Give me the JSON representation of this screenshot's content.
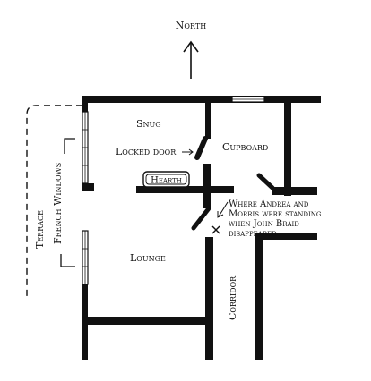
{
  "compass": {
    "label": "North"
  },
  "rooms": {
    "snug": "Snug",
    "cupboard": "Cupboard",
    "lounge": "Lounge",
    "corridor": "Corridor",
    "terrace": "Terrace",
    "french_windows": "French Windows"
  },
  "features": {
    "hearth": "Hearth",
    "locked_door": "Locked door"
  },
  "annotation": {
    "lines": [
      "Where Andrea and",
      "Morris were standing",
      "when John Braid",
      "disappeared"
    ]
  }
}
